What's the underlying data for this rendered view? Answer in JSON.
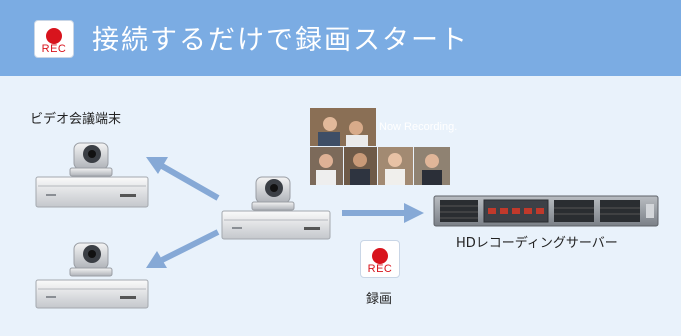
{
  "header": {
    "rec_icon_label": "REC",
    "title": "接続するだけで録画スタート"
  },
  "diagram": {
    "endpoints_label": "ビデオ会議端末",
    "monitor_text": "Now Recording.",
    "server_label": "HDレコーディングサーバー",
    "record_icon_label": "REC",
    "record_label": "録画"
  },
  "colors": {
    "header_bg": "#7bace3",
    "canvas_bg": "#e9f2fb",
    "rec_red": "#d8141d",
    "arrow": "#86a9d6"
  },
  "icons": [
    "rec-icon",
    "camera-icon",
    "codec-icon",
    "monitor-icon",
    "server-icon",
    "arrow-icon"
  ]
}
